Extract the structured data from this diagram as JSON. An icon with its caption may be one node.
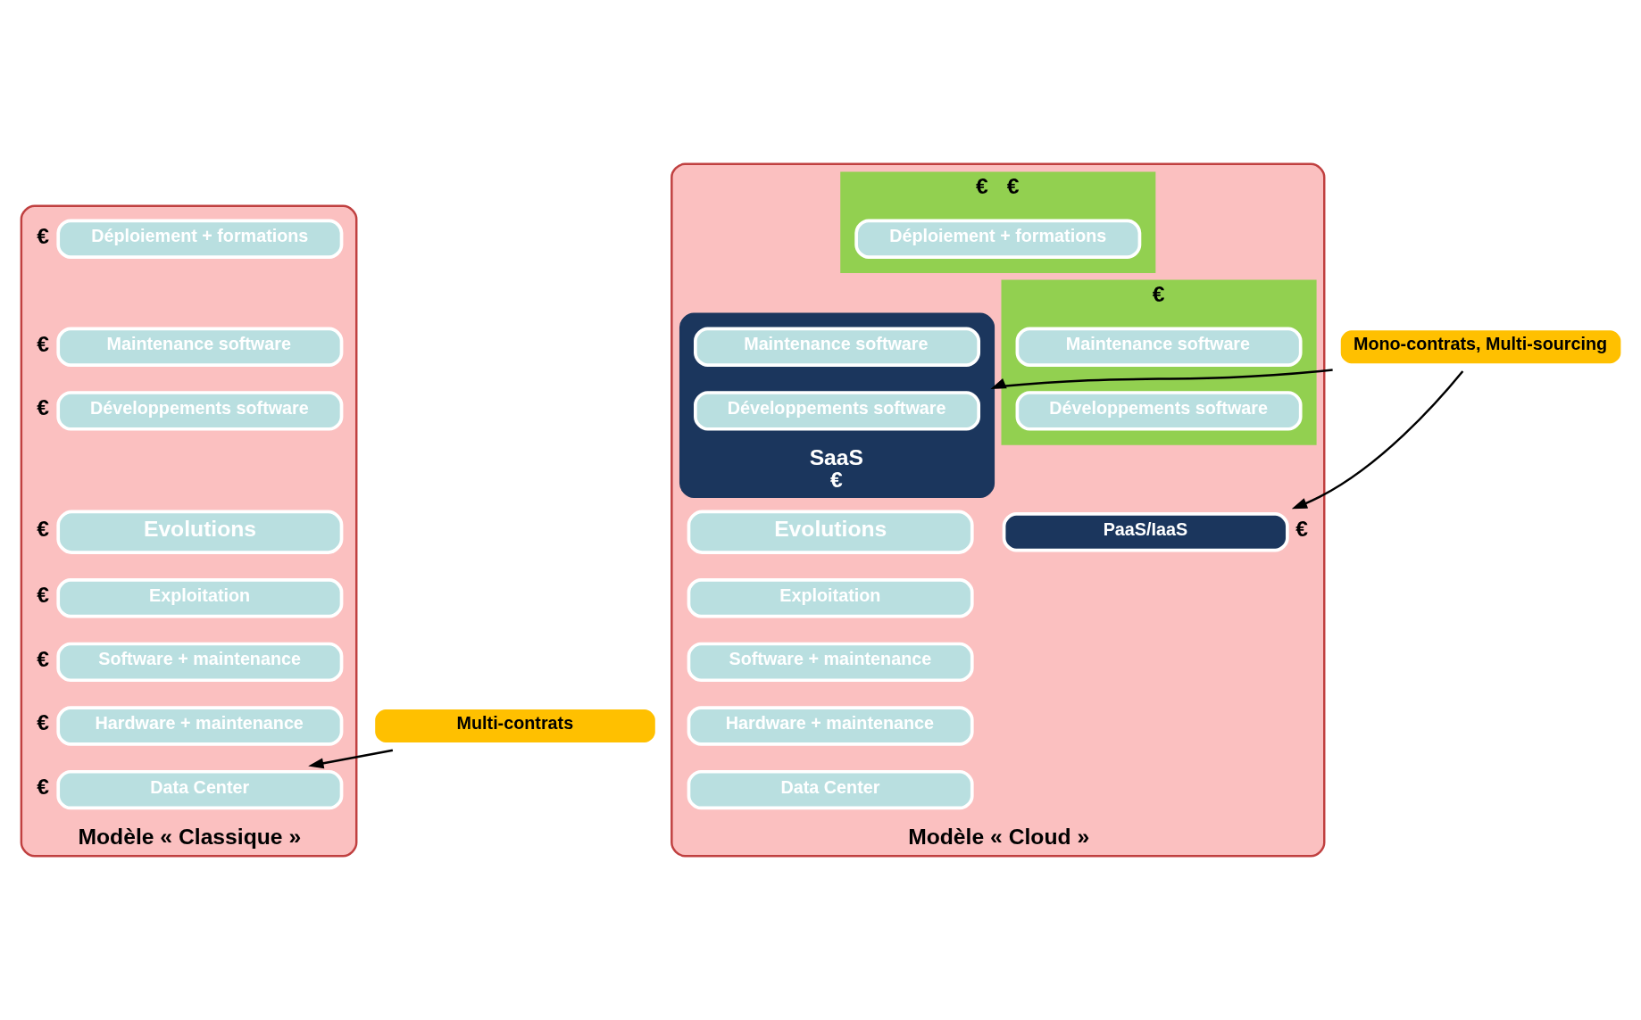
{
  "diagram": {
    "nodes": [
      {
        "text": [
          "Modèle « Classique »"
        ]
      },
      {
        "text": [
          "Déploiement + formations"
        ],
        "in": 0,
        "beside": [
          "€"
        ]
      },
      {
        "text": [
          "Maintenance software"
        ],
        "in": 0,
        "beside": [
          "€"
        ]
      },
      {
        "text": [
          "Développements software"
        ],
        "in": 0,
        "beside": [
          "€"
        ]
      },
      {
        "text": [
          "Evolutions"
        ],
        "in": 0,
        "beside": [
          "€"
        ]
      },
      {
        "text": [
          "Exploitation"
        ],
        "in": 0,
        "beside": [
          "€"
        ]
      },
      {
        "text": [
          "Software + maintenance"
        ],
        "in": 0,
        "beside": [
          "€"
        ]
      },
      {
        "text": [
          "Hardware + maintenance"
        ],
        "in": 0,
        "beside": [
          "€"
        ]
      },
      {
        "text": [
          "Data Center"
        ],
        "in": 0,
        "beside": [
          "€"
        ]
      },
      {
        "text": [
          "Modèle « Cloud »"
        ]
      },
      {
        "text": [],
        "shape": "box",
        "in": 9,
        "beside": [
          "€",
          "€"
        ]
      },
      {
        "text": [
          "Déploiement + formations"
        ],
        "in": 10
      },
      {
        "text": [
          "SaaS"
        ],
        "in": 9,
        "beside": [
          "€"
        ]
      },
      {
        "text": [
          "Maintenance software"
        ],
        "in": 12
      },
      {
        "text": [
          "Développements software"
        ],
        "in": 12
      },
      {
        "text": [],
        "shape": "box",
        "in": 9,
        "beside": [
          "€"
        ]
      },
      {
        "text": [
          "Maintenance software"
        ],
        "in": 15
      },
      {
        "text": [
          "Développements software"
        ],
        "in": 15
      },
      {
        "text": [
          "PaaS/IaaS"
        ],
        "in": 9,
        "beside": [
          "€"
        ]
      },
      {
        "text": [
          "Evolutions"
        ],
        "in": 9
      },
      {
        "text": [
          "Exploitation"
        ],
        "in": 9
      },
      {
        "text": [
          "Software + maintenance"
        ],
        "in": 9
      },
      {
        "text": [
          "Hardware + maintenance"
        ],
        "in": 9
      },
      {
        "text": [
          "Data Center"
        ],
        "in": 9
      },
      {
        "text": [
          "Multi-contrats"
        ]
      },
      {
        "text": [
          "Mono-contrats, Multi-sourcing"
        ]
      }
    ],
    "edges": [
      {
        "from": 24,
        "to": 8,
        "arrow": "to"
      },
      {
        "from": 25,
        "to": 12,
        "arrow": "to"
      },
      {
        "from": 25,
        "to": 18,
        "arrow": "to"
      }
    ]
  }
}
